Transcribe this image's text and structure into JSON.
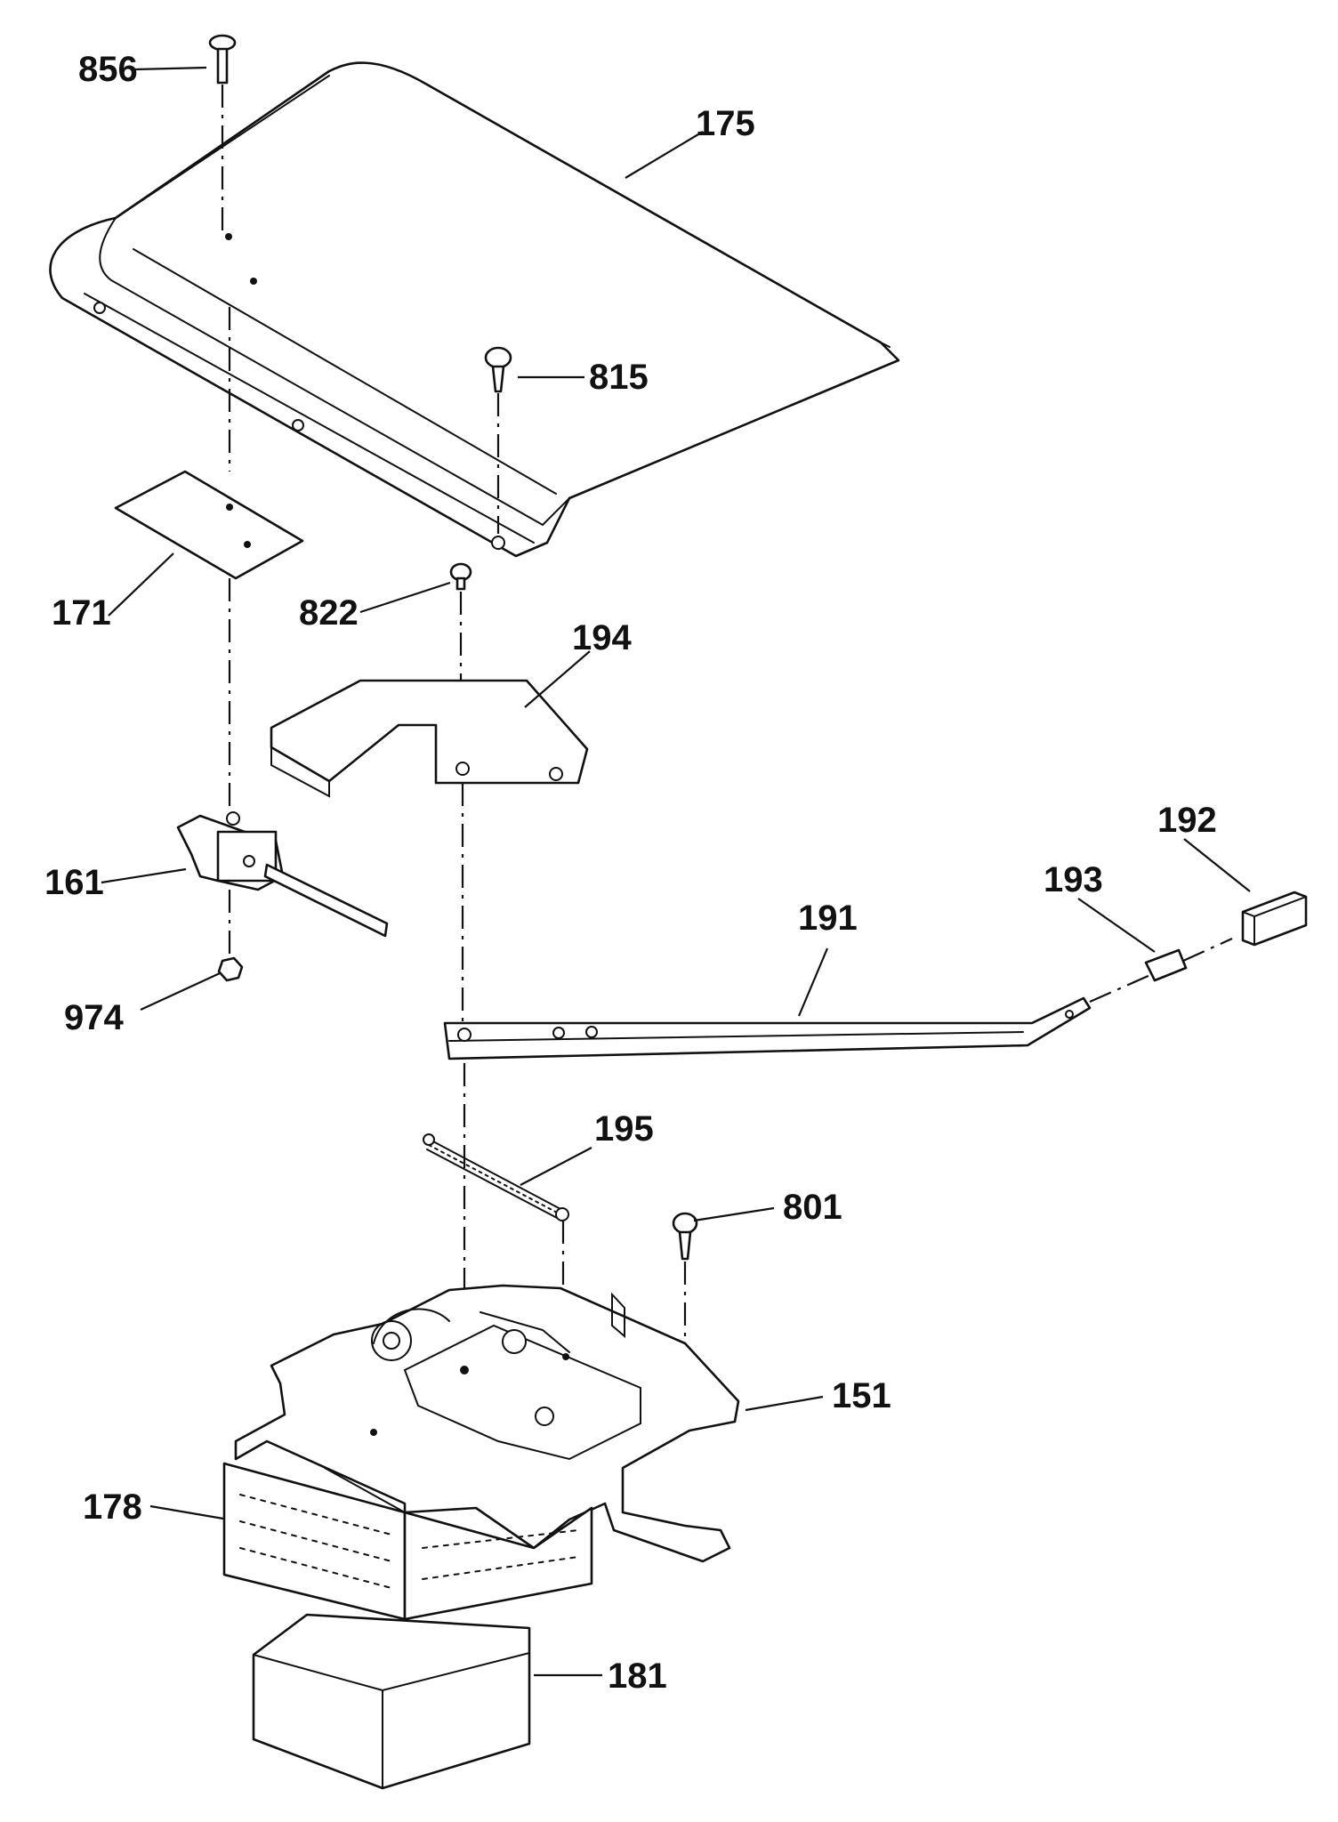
{
  "callouts": {
    "p856": "856",
    "p175": "175",
    "p815": "815",
    "p171": "171",
    "p822": "822",
    "p194": "194",
    "p161": "161",
    "p192": "192",
    "p193": "193",
    "p191": "191",
    "p974": "974",
    "p195": "195",
    "p801": "801",
    "p151": "151",
    "p178": "178",
    "p181": "181"
  },
  "colors": {
    "line": "#111111",
    "paper": "#ffffff"
  }
}
